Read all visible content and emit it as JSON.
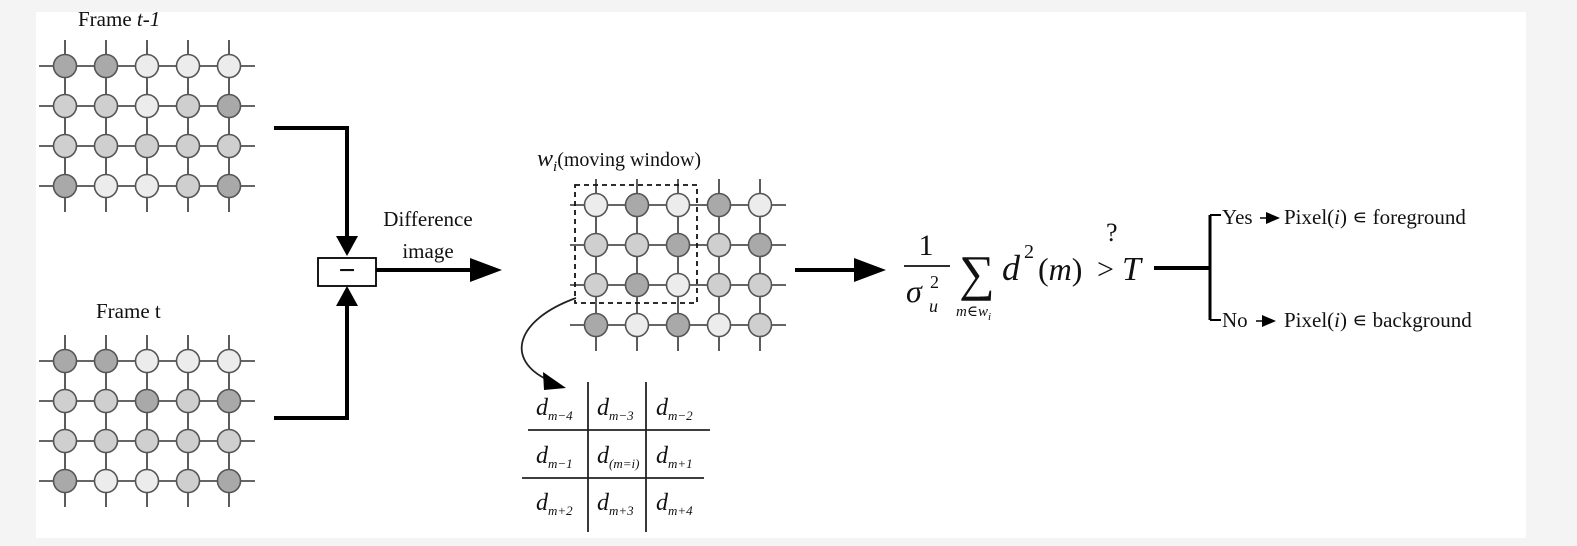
{
  "colors": {
    "pixel_dark": "#a9a9a9",
    "pixel_mid": "#cfcfcf",
    "pixel_light": "#ececec",
    "line": "#333333",
    "arrow": "#000000"
  },
  "frame_prev": {
    "label_main": "Frame ",
    "label_italic": "t-1",
    "pixels": [
      [
        "dark",
        "dark",
        "light",
        "light",
        "light"
      ],
      [
        "mid",
        "mid",
        "light",
        "mid",
        "dark"
      ],
      [
        "mid",
        "mid",
        "mid",
        "mid",
        "mid"
      ],
      [
        "dark",
        "light",
        "light",
        "mid",
        "dark"
      ]
    ]
  },
  "frame_curr": {
    "label": "Frame t",
    "pixels": [
      [
        "dark",
        "dark",
        "light",
        "light",
        "light"
      ],
      [
        "mid",
        "mid",
        "dark",
        "mid",
        "dark"
      ],
      [
        "mid",
        "mid",
        "mid",
        "mid",
        "mid"
      ],
      [
        "dark",
        "light",
        "light",
        "mid",
        "dark"
      ]
    ]
  },
  "operator": {
    "symbol": "−"
  },
  "difference_label": {
    "line1": "Difference",
    "line2": "image"
  },
  "window": {
    "symbol": "w",
    "subscript": "i",
    "label": "(moving window)",
    "pixels": [
      [
        "light",
        "dark",
        "light",
        "dark",
        "light"
      ],
      [
        "mid",
        "mid",
        "dark",
        "mid",
        "dark"
      ],
      [
        "mid",
        "dark",
        "light",
        "mid",
        "mid"
      ],
      [
        "dark",
        "light",
        "dark",
        "light",
        "mid"
      ]
    ]
  },
  "d_table": {
    "base": "d",
    "cells": [
      [
        "m−4",
        "m−3",
        "m−2"
      ],
      [
        "m−1",
        "(m=i)",
        "m+1"
      ],
      [
        "m+2",
        "m+3",
        "m+4"
      ]
    ]
  },
  "formula": {
    "numerator": "1",
    "sigma": "σ",
    "sigma_sup": "2",
    "sigma_sub": "u",
    "sum_symbol": "∑",
    "sum_sub_m": "m",
    "sum_sub_in": "∈",
    "sum_sub_w": "w",
    "sum_sub_i": "i",
    "d": "d",
    "d_sup": "2",
    "m_arg": "(m)",
    "question": "?",
    "gt": ">",
    "T": "T"
  },
  "decision": {
    "yes": {
      "label": "Yes",
      "text_pre": "Pixel(",
      "text_var": "i",
      "text_post": ") ∊ foreground"
    },
    "no": {
      "label": "No",
      "text_pre": "Pixel(",
      "text_var": "i",
      "text_post": ") ∊ background"
    }
  }
}
